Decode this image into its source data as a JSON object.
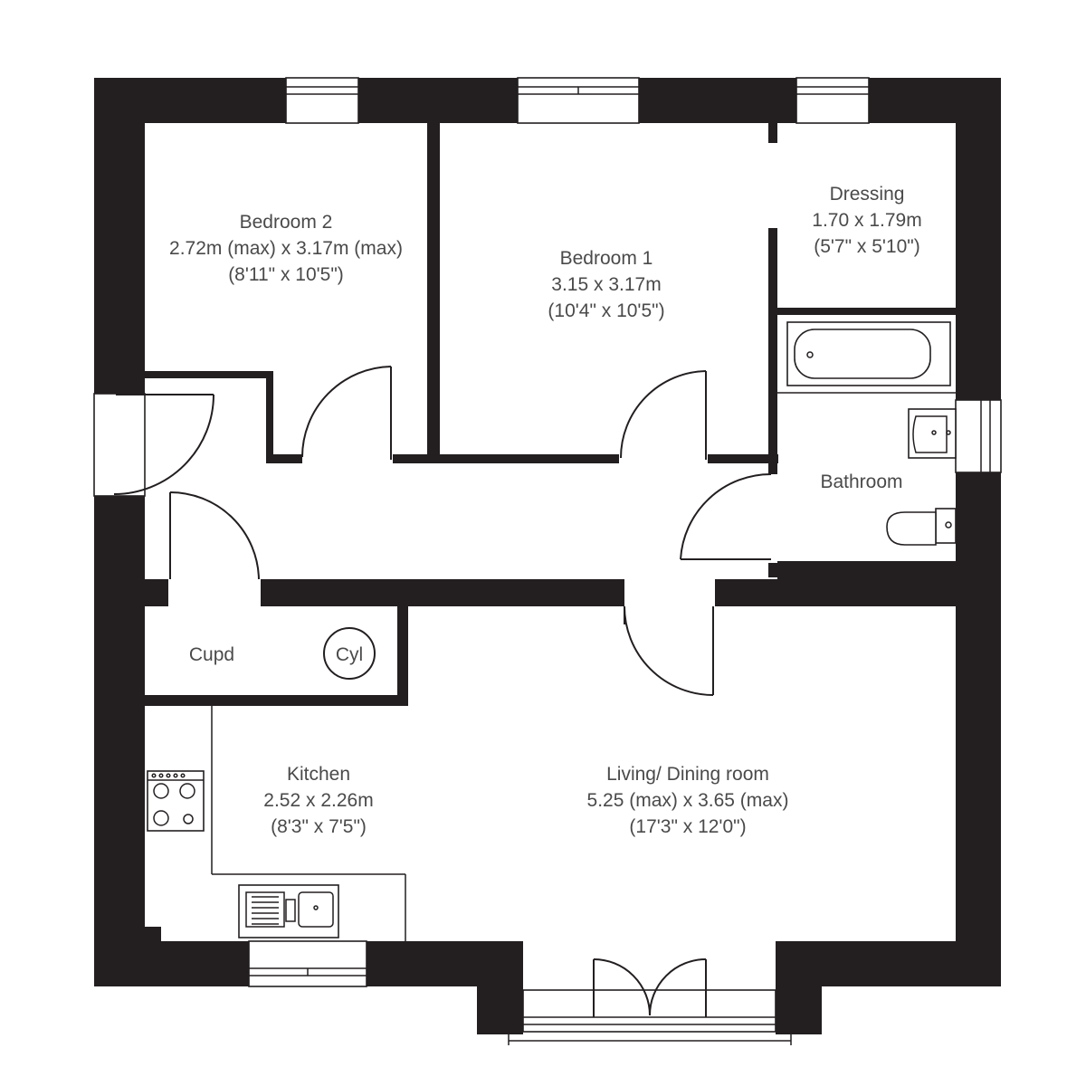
{
  "rooms": {
    "bedroom2": {
      "name": "Bedroom 2",
      "size_m": "2.72m (max) x 3.17m (max)",
      "size_ft": "(8'11\" x 10'5\")"
    },
    "bedroom1": {
      "name": "Bedroom 1",
      "size_m": "3.15 x 3.17m",
      "size_ft": "(10'4\" x 10'5\")"
    },
    "dressing": {
      "name": "Dressing",
      "size_m": "1.70 x 1.79m",
      "size_ft": "(5'7\" x 5'10\")"
    },
    "bathroom": {
      "name": "Bathroom"
    },
    "cupboard": {
      "name": "Cupd"
    },
    "cylinder": {
      "name": "Cyl"
    },
    "kitchen": {
      "name": "Kitchen",
      "size_m": "2.52 x 2.26m",
      "size_ft": "(8'3\" x 7'5\")"
    },
    "living": {
      "name": "Living/ Dining room",
      "size_m": "5.25 (max) x 3.65 (max)",
      "size_ft": "(17'3\" x 12'0\")"
    }
  }
}
